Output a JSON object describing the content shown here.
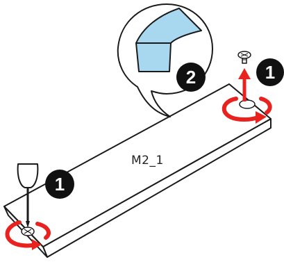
{
  "slot_label": "M2_1",
  "steps": {
    "remove_screw_left": "1",
    "remove_screw_right": "1",
    "remove_film": "2"
  },
  "icons": {
    "screwdriver": "screwdriver-icon",
    "rotate_arrow": "counterclockwise-arrow-icon",
    "lift_arrow": "up-arrow-icon",
    "screw": "screw-icon",
    "thermal_pad_callout": "thermal-pad-film-icon"
  },
  "colors": {
    "accent_red": "#e8231f",
    "thermal_pad_blue": "#a8d8ef",
    "outline": "#1a1a1a",
    "badge_fill": "#111111"
  }
}
